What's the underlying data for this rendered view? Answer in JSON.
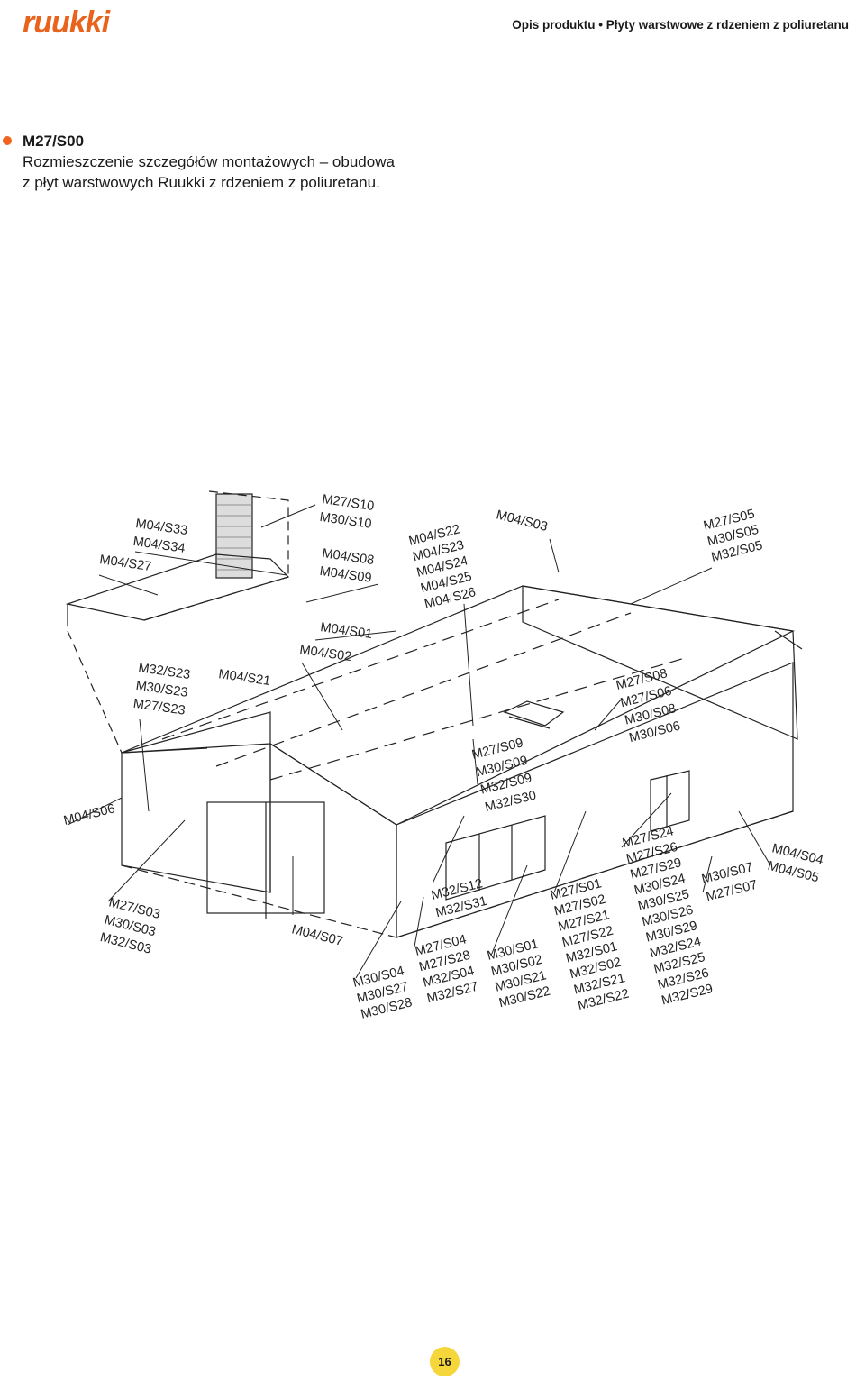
{
  "header": {
    "logo_text": "ruukki",
    "title": "Opis produktu • Płyty warstwowe z rdzeniem z poliuretanu"
  },
  "intro": {
    "code": "M27/S00",
    "lines": [
      "Rozmieszczenie szczegółów montażowych – obudowa",
      "z płyt warstwowych Ruukki z rdzeniem z poliuretanu."
    ]
  },
  "labels": {
    "l01": [
      "M04/S33",
      "M04/S34"
    ],
    "l02": [
      "M04/S27"
    ],
    "l03": [
      "M27/S10",
      "M30/S10"
    ],
    "l04": [
      "M04/S08",
      "M04/S09"
    ],
    "l05": [
      "M04/S22",
      "M04/S23",
      "M04/S24",
      "M04/S25",
      "M04/S26"
    ],
    "l06": [
      "M04/S03"
    ],
    "l07": [
      "M27/S05",
      "M30/S05",
      "M32/S05"
    ],
    "l08": [
      "M04/S01"
    ],
    "l09": [
      "M04/S02"
    ],
    "l10": [
      "M32/S23",
      "M30/S23",
      "M27/S23"
    ],
    "l11": [
      "M04/S21"
    ],
    "l12": [
      "M27/S08",
      "M27/S06",
      "M30/S08",
      "M30/S06"
    ],
    "l13": [
      "M27/S09",
      "M30/S09",
      "M32/S09",
      "M32/S30"
    ],
    "l14": [
      "M04/S06"
    ],
    "l15": [
      "M27/S24",
      "M27/S26",
      "M27/S29",
      "M30/S24",
      "M30/S25",
      "M30/S26",
      "M30/S29",
      "M32/S24",
      "M32/S25",
      "M32/S26",
      "M32/S29"
    ],
    "l16": [
      "M04/S04",
      "M04/S05"
    ],
    "l17": [
      "M30/S07",
      "M27/S07"
    ],
    "l18": [
      "M27/S03",
      "M30/S03",
      "M32/S03"
    ],
    "l19": [
      "M32/S12",
      "M32/S31"
    ],
    "l20": [
      "M27/S01",
      "M27/S02",
      "M27/S21",
      "M27/S22",
      "M32/S01",
      "M32/S02",
      "M32/S21",
      "M32/S22"
    ],
    "l21": [
      "M04/S07"
    ],
    "l22": [
      "M27/S04",
      "M27/S28",
      "M32/S04",
      "M32/S27"
    ],
    "l23": [
      "M30/S01",
      "M30/S02",
      "M30/S21",
      "M30/S22"
    ],
    "l24": [
      "M30/S04",
      "M30/S27",
      "M30/S28"
    ]
  },
  "page_number": "16"
}
